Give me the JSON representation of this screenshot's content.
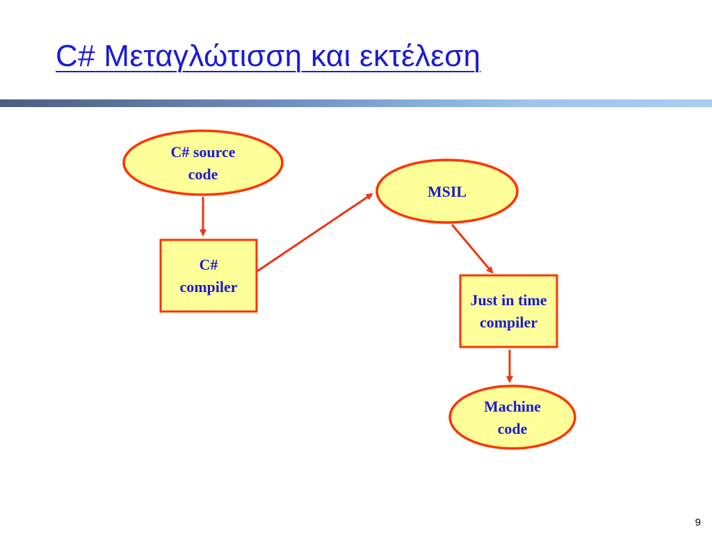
{
  "slide": {
    "title": "C# Μεταγλώτισση και εκτέλεση",
    "page_number": "9"
  },
  "diagram": {
    "nodes": {
      "source": {
        "label": "C# source\ncode",
        "shape": "ellipse"
      },
      "compiler": {
        "label": "C#\ncompiler",
        "shape": "rectangle"
      },
      "msil": {
        "label": "MSIL",
        "shape": "ellipse"
      },
      "jit": {
        "label": "Just in time\ncompiler",
        "shape": "rectangle"
      },
      "machine": {
        "label": "Machine\ncode",
        "shape": "ellipse"
      }
    },
    "edges": [
      {
        "from": "source",
        "to": "compiler"
      },
      {
        "from": "compiler",
        "to": "msil"
      },
      {
        "from": "msil",
        "to": "jit"
      },
      {
        "from": "jit",
        "to": "machine"
      }
    ]
  },
  "colors": {
    "title": "#1a1ad6",
    "node_text": "#1a1ad6",
    "node_fill": "#ffff99",
    "node_stroke": "#ff3300",
    "arrow": "#ee3311"
  }
}
